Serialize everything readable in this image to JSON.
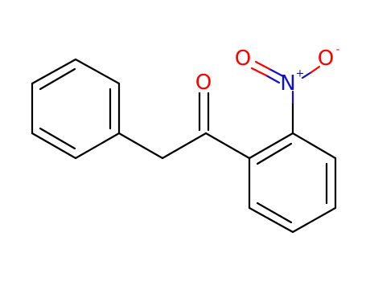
{
  "molecule": {
    "atoms": [
      {
        "id": "O_carbonyl",
        "symbol": "O",
        "color": "#ff0000"
      },
      {
        "id": "N_nitro",
        "symbol": "N",
        "color": "#1010cc"
      },
      {
        "id": "O_nitro_1",
        "symbol": "O",
        "color": "#ff0000"
      },
      {
        "id": "O_nitro_2",
        "symbol": "O",
        "color": "#ff0000"
      }
    ],
    "charges": {
      "nitrogen": "+",
      "oxygen": "-"
    },
    "colors": {
      "bond": "#000000",
      "oxygen": "#ff0000",
      "nitrogen": "#1010cc",
      "background": "#ffffff"
    }
  }
}
